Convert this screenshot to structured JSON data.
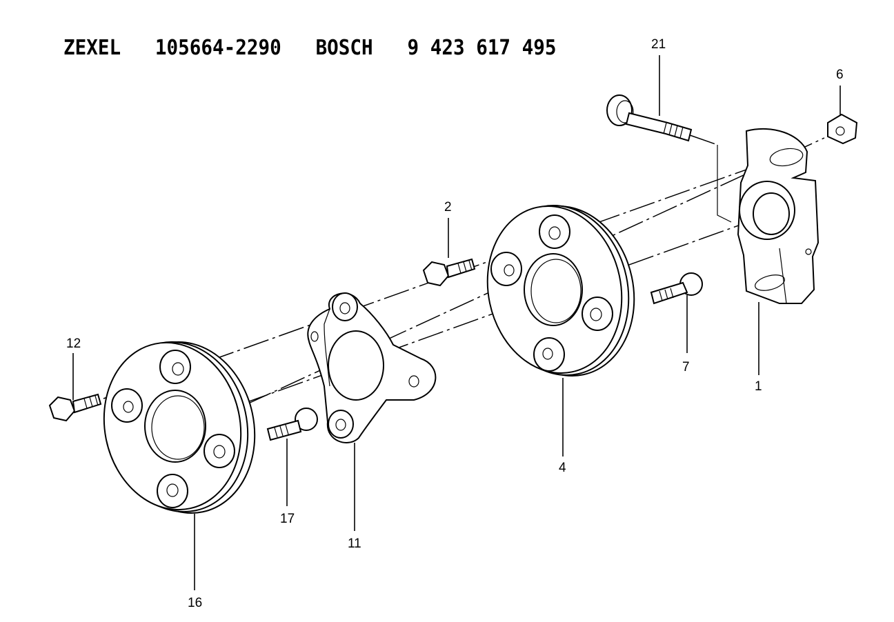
{
  "title": "ZEXEL   105664-2290   BOSCH   9 423 617 495",
  "callouts": [
    {
      "id": "c21",
      "label": "21"
    },
    {
      "id": "c6",
      "label": "6"
    },
    {
      "id": "c2",
      "label": "2"
    },
    {
      "id": "c12",
      "label": "12"
    },
    {
      "id": "c7",
      "label": "7"
    },
    {
      "id": "c1",
      "label": "1"
    },
    {
      "id": "c4",
      "label": "4"
    },
    {
      "id": "c17",
      "label": "17"
    },
    {
      "id": "c11",
      "label": "11"
    },
    {
      "id": "c16",
      "label": "16"
    }
  ]
}
